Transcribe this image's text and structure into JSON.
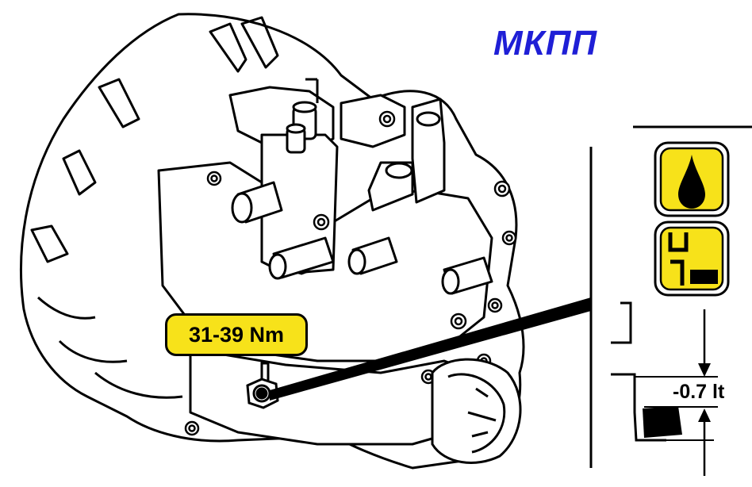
{
  "title": "МКПП",
  "torque_spec": "31-39 Nm",
  "oil_volume_change": "-0.7 lt",
  "icons": [
    "oil-drop-icon",
    "oil-level-icon"
  ],
  "colors": {
    "title": "#1f1fd6",
    "highlight": "#f7e21a",
    "line": "#000000",
    "fill": "#ffffff"
  }
}
